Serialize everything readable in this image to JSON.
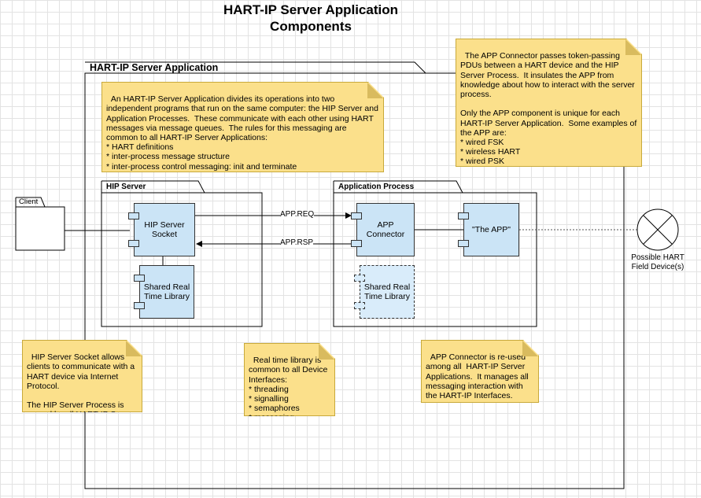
{
  "title": {
    "line1": "HART-IP Server Application",
    "line2": "Components"
  },
  "packages": {
    "outer": "HART-IP Server Application",
    "hip_server": "HIP Server",
    "app_process": "Application Process",
    "client": "Client"
  },
  "components": {
    "hip_socket": "HIP Server\nSocket",
    "shared_lib_1": "Shared Real\nTime Library",
    "app_connector": "APP\nConnector",
    "the_app": "\"The APP\"",
    "shared_lib_2": "Shared Real\nTime Library"
  },
  "connectors": {
    "req": "APP.REQ",
    "rsp": "APP.RSP"
  },
  "field_device": "Possible HART\nField Device(s)",
  "notes": {
    "top_right": "The APP Connector passes token-passing PDUs between a HART device and the HIP Server Process.  It insulates the APP from knowledge about how to interact with the server process.\n\nOnly the APP component is unique for each HART-IP Server Application.  Some examples of the APP are:\n* wired FSK\n* wireless HART\n* wired PSK\n* native HART device\n* HART device simulator",
    "overview": "An HART-IP Server Application divides its operations into two independent programs that run on the same computer: the HIP Server and Application Processes.  These communicate with each other using HART messages via message queues.  The rules for this messaging are common to all HART-IP Server Applications:\n* HART definitions\n* inter-process message structure\n* inter-process control messaging: init and terminate\n* token-passing message framing",
    "socket": "HIP Server Socket allows clients to communicate with a HART device via Internet Protocol.\n\nThe HIP Server Process is reused by all HART-IP Server Applications.",
    "library": "Real time library is common to all Device Interfaces:\n* threading\n* signalling\n* semaphores\n* messaging",
    "connector": "APP Connector is re-used among all  HART-IP Server Applications.  It manages all messaging interaction with the HART-IP Interfaces."
  }
}
